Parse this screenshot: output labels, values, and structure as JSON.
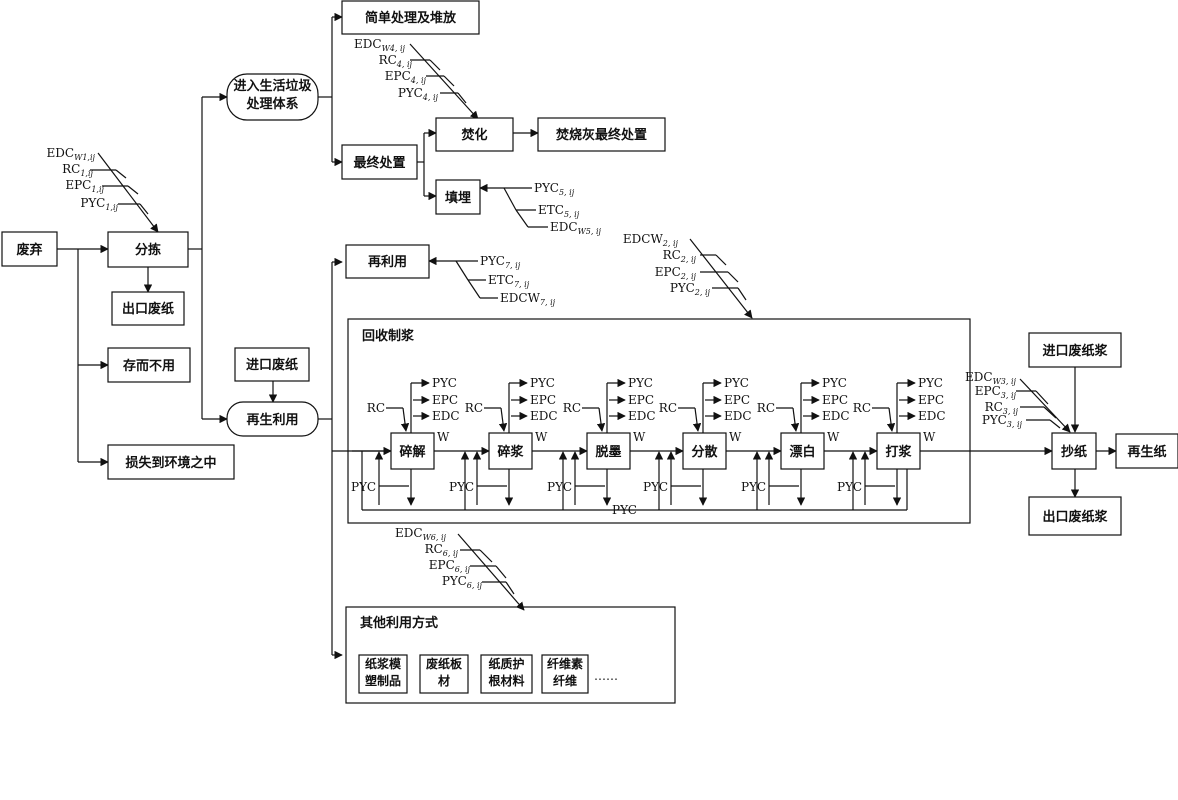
{
  "nodes": {
    "discard": "废弃",
    "sorting": "分拣",
    "export_paper": "出口废纸",
    "stored_unused": "存而不用",
    "lost_env": "损失到环境之中",
    "enter_msw": "进入生活垃圾处理体系",
    "simple_stack": "简单处理及堆放",
    "final_disposal": "最终处置",
    "incinerate": "焚化",
    "ash_disposal": "焚烧灰最终处置",
    "landfill": "填埋",
    "import_paper": "进口废纸",
    "recycle": "再生利用",
    "reuse": "再利用",
    "pulping_group": "回收制浆",
    "stage_crush": "碎解",
    "stage_pulp": "碎浆",
    "stage_deink": "脱墨",
    "stage_disperse": "分散",
    "stage_bleach": "漂白",
    "stage_beat": "打浆",
    "import_pulp": "进口废纸浆",
    "papermaking": "抄纸",
    "recycled_paper": "再生纸",
    "export_pulp": "出口废纸浆",
    "other_uses": "其他利用方式",
    "other_1": "纸浆模塑制品",
    "other_2": "废纸板材",
    "other_3": "纸质护根材料",
    "other_4": "纤维素纤维",
    "ellipsis": "……"
  },
  "labels": {
    "pyc": "PYC",
    "epc": "EPC",
    "edc": "EDC",
    "rc": "RC",
    "w": "W"
  },
  "factor_groups": {
    "sorting": [
      {
        "main": "EDC",
        "sub": "W1,ij"
      },
      {
        "main": "RC",
        "sub": "1,ij"
      },
      {
        "main": "EPC",
        "sub": "1,ij"
      },
      {
        "main": "PYC",
        "sub": "1,ij"
      }
    ],
    "incinerate": [
      {
        "main": "EDC",
        "sub": "W4, ij"
      },
      {
        "main": "RC",
        "sub": "4, ij"
      },
      {
        "main": "EPC",
        "sub": "4, ij"
      },
      {
        "main": "PYC",
        "sub": "4, ij"
      }
    ],
    "landfill": [
      {
        "main": "PYC",
        "sub": "5, ij"
      },
      {
        "main": "ETC",
        "sub": "5, ij"
      },
      {
        "main": "EDC",
        "sub": "W5, ij"
      }
    ],
    "reuse": [
      {
        "main": "PYC",
        "sub": "7, ij"
      },
      {
        "main": "ETC",
        "sub": "7, ij"
      },
      {
        "main": "EDCW",
        "sub": "7, ij"
      }
    ],
    "pulping": [
      {
        "main": "EDCW",
        "sub": "2, ij"
      },
      {
        "main": "RC",
        "sub": "2, ij"
      },
      {
        "main": "EPC",
        "sub": "2, ij"
      },
      {
        "main": "PYC",
        "sub": "2, ij"
      }
    ],
    "papermaking": [
      {
        "main": "EDC",
        "sub": "W3, ij"
      },
      {
        "main": "EPC",
        "sub": "3, ij"
      },
      {
        "main": "RC",
        "sub": "3, ij"
      },
      {
        "main": "PYC",
        "sub": "3, ij"
      }
    ],
    "other": [
      {
        "main": "EDC",
        "sub": "W6, ij"
      },
      {
        "main": "RC",
        "sub": "6, ij"
      },
      {
        "main": "EPC",
        "sub": "6, ij"
      },
      {
        "main": "PYC",
        "sub": "6, ij"
      }
    ]
  }
}
